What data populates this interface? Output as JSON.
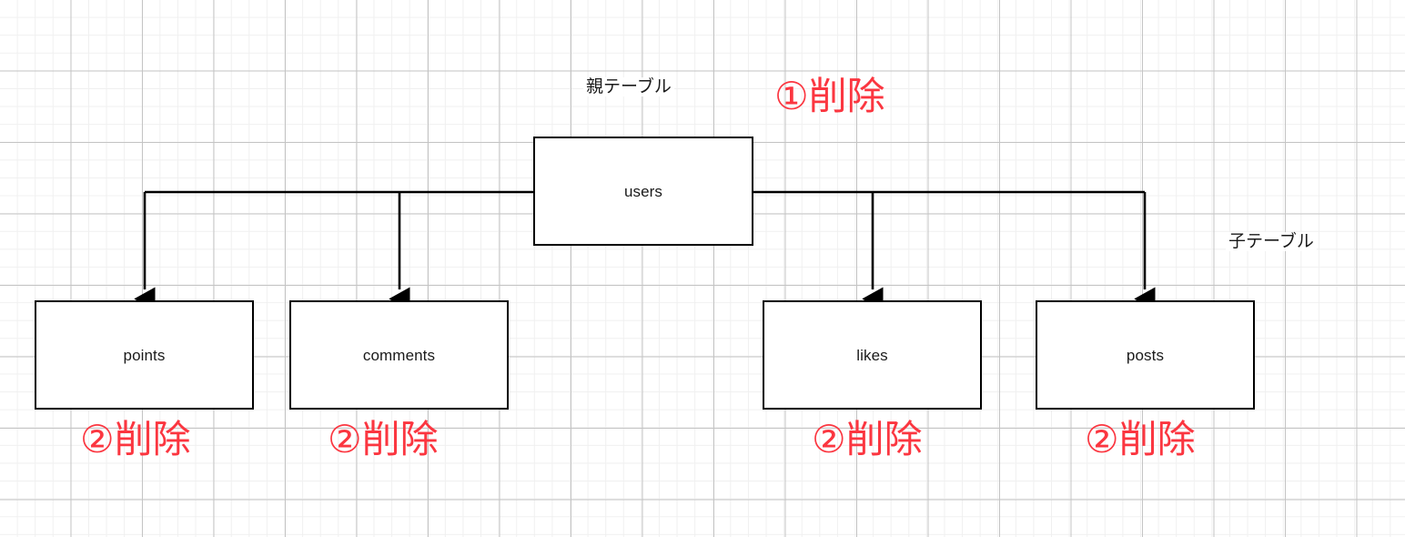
{
  "diagram": {
    "title_parent": "親テーブル",
    "title_child": "子テーブル",
    "nodes": {
      "users": "users",
      "points": "points",
      "comments": "comments",
      "likes": "likes",
      "posts": "posts"
    },
    "annotations": {
      "delete_step_1": "①削除",
      "delete_step_2_points": "②削除",
      "delete_step_2_comments": "②削除",
      "delete_step_2_likes": "②削除",
      "delete_step_2_posts": "②削除"
    },
    "colors": {
      "annotation_red": "#fb3640",
      "node_border": "#000000",
      "node_text": "#1a1a1a",
      "grid_major": "#c4c4c4",
      "grid_minor": "#f0f0f0",
      "background": "#ffffff"
    }
  }
}
